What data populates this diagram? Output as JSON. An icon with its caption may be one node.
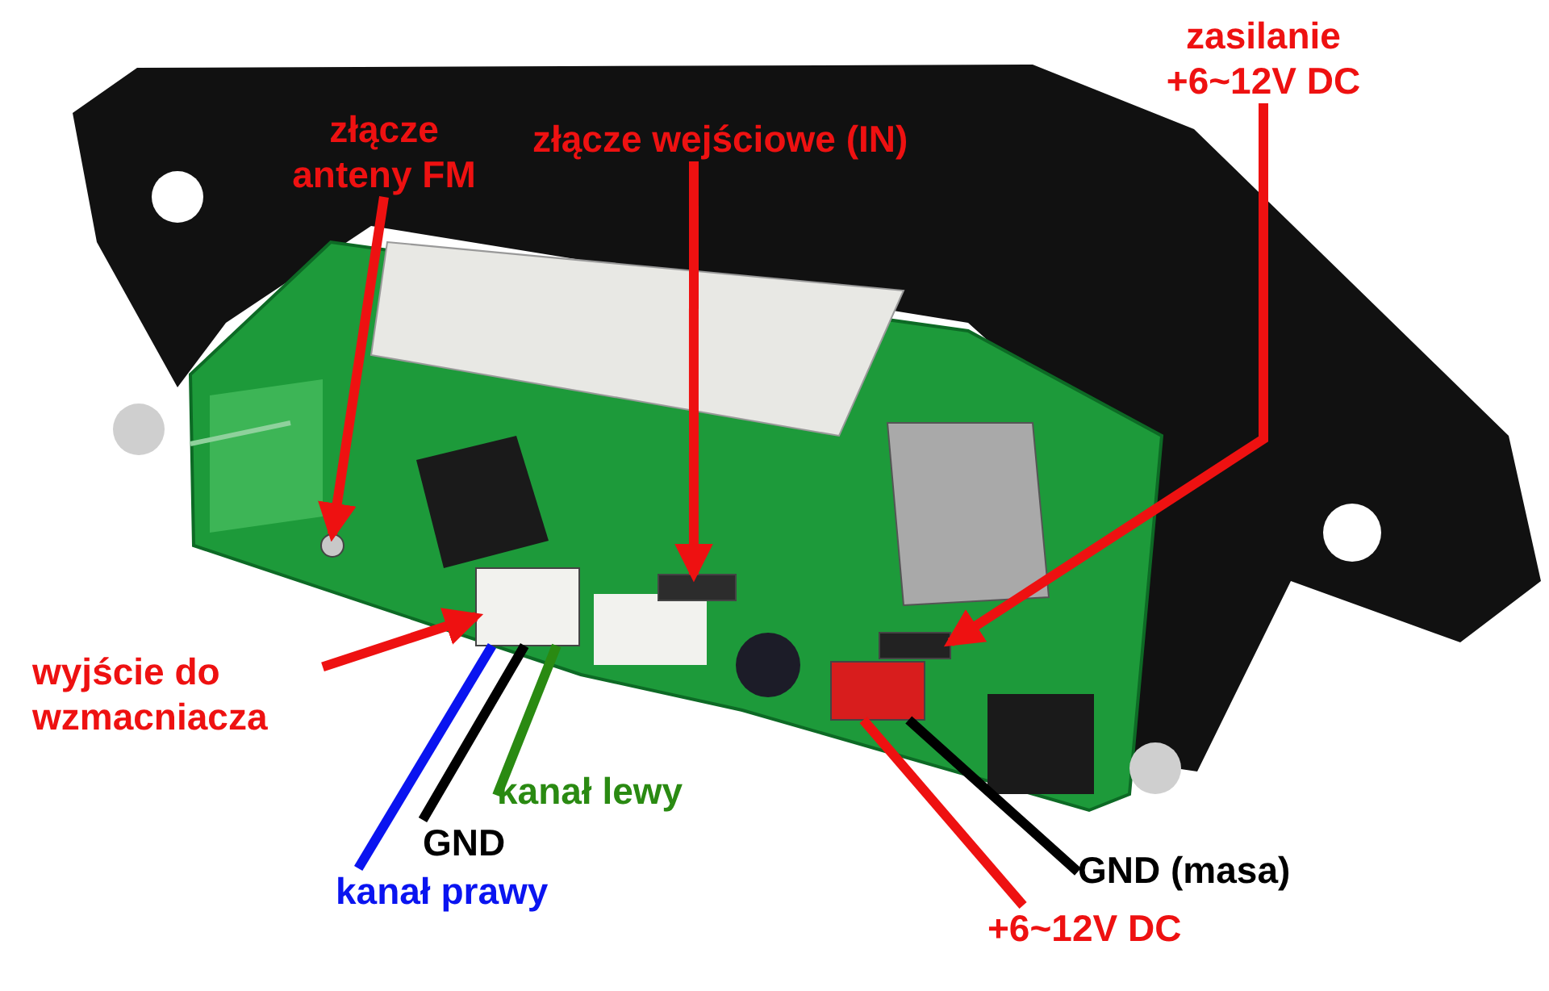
{
  "diagram": {
    "nodes": [
      {
        "text": [
          "złącze anteny FM"
        ]
      },
      {
        "text": [
          "złącze wejściowe (IN)"
        ]
      },
      {
        "text": [
          "zasilanie +6~12V DC"
        ]
      },
      {
        "text": [
          "wyjście do wzmacniacza"
        ]
      },
      {
        "text": [
          "kanał lewy"
        ]
      },
      {
        "text": [
          "GND"
        ]
      },
      {
        "text": [
          "kanał prawy"
        ]
      },
      {
        "text": [
          "GND (masa)"
        ]
      },
      {
        "text": [
          "+6~12V DC"
        ]
      },
      {
        "text": [],
        "shape": "circle"
      },
      {
        "text": [],
        "shape": "box"
      },
      {
        "text": [],
        "shape": "box"
      },
      {
        "text": [],
        "shape": "box"
      },
      {
        "text": [],
        "shape": "box"
      }
    ],
    "edges": [
      {
        "from": 0,
        "to": 9,
        "arrow": "to"
      },
      {
        "from": 1,
        "to": 10,
        "arrow": "to"
      },
      {
        "from": 2,
        "to": 11,
        "arrow": "to"
      },
      {
        "from": 3,
        "to": 12,
        "arrow": "to"
      },
      {
        "from": 4,
        "to": 12,
        "arrow": "none",
        "color": "#2a8a12"
      },
      {
        "from": 5,
        "to": 12,
        "arrow": "none",
        "color": "#000000"
      },
      {
        "from": 6,
        "to": 12,
        "arrow": "none",
        "color": "#0a14f0"
      },
      {
        "from": 7,
        "to": 13,
        "arrow": "none",
        "color": "#000000"
      },
      {
        "from": 8,
        "to": 13,
        "arrow": "none"
      }
    ]
  }
}
